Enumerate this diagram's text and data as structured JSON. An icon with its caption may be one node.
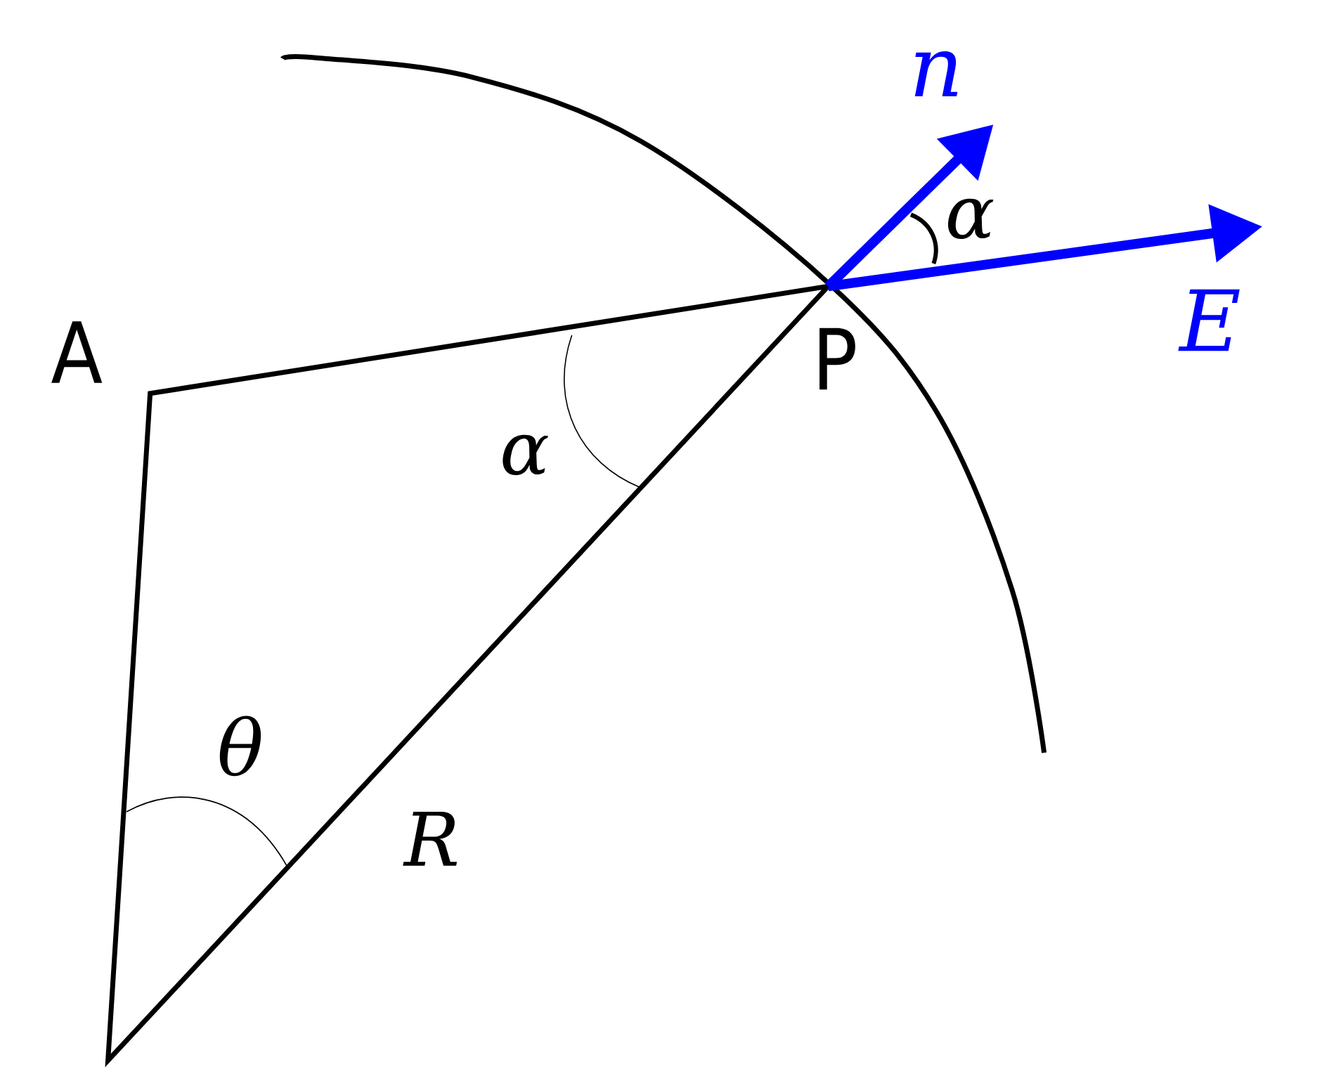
{
  "diagram": {
    "labels": [
      "n",
      "α",
      "A",
      "P",
      "E",
      "α",
      "θ",
      "R"
    ]
  }
}
